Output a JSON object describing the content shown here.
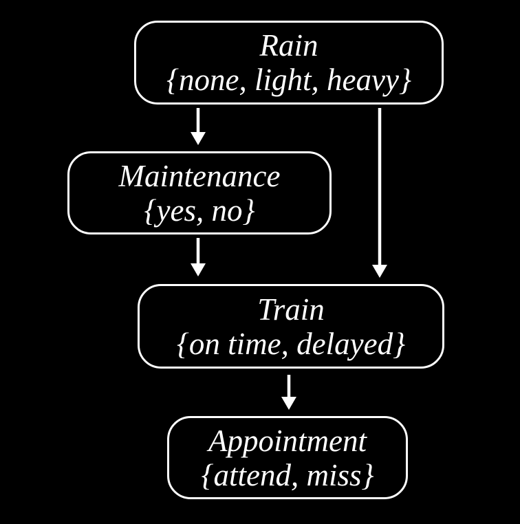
{
  "diagram": {
    "type": "bayesian-network",
    "colors": {
      "background": "#000000",
      "node_fill": "#000000",
      "node_border": "#ffffff",
      "text": "#ffffff",
      "arrow": "#ffffff"
    },
    "nodes": [
      {
        "id": "rain",
        "label": "Rain",
        "domain": "{none, light, heavy}"
      },
      {
        "id": "maintenance",
        "label": "Maintenance",
        "domain": "{yes, no}"
      },
      {
        "id": "train",
        "label": "Train",
        "domain": "{on time, delayed}"
      },
      {
        "id": "appointment",
        "label": "Appointment",
        "domain": "{attend, miss}"
      }
    ],
    "edges": [
      {
        "from": "rain",
        "to": "maintenance"
      },
      {
        "from": "rain",
        "to": "train"
      },
      {
        "from": "maintenance",
        "to": "train"
      },
      {
        "from": "train",
        "to": "appointment"
      }
    ]
  }
}
